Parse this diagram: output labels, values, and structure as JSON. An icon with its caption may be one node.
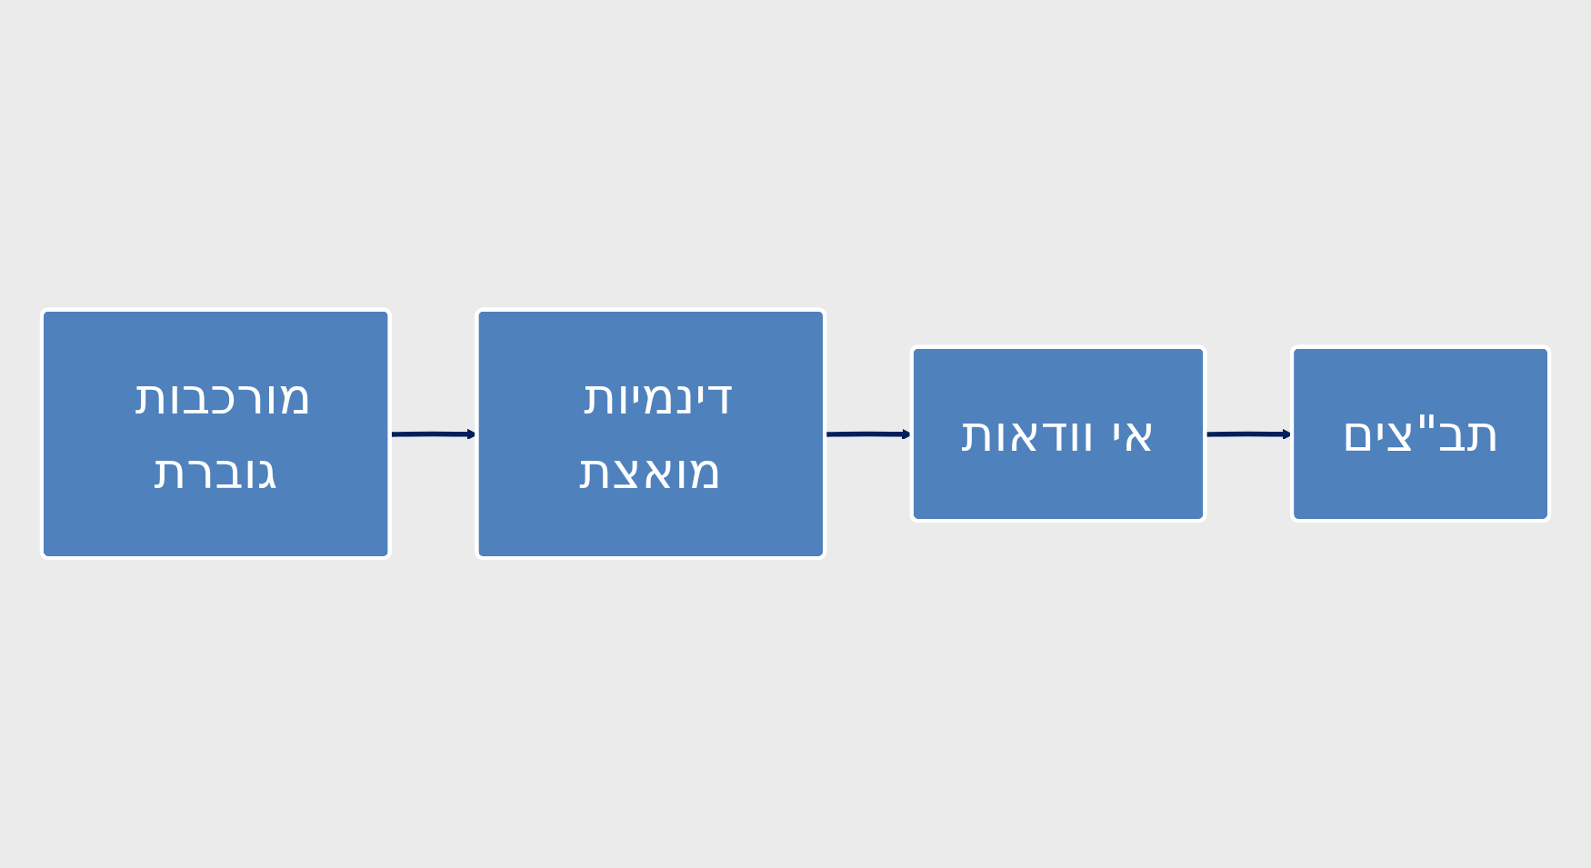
{
  "diagram": {
    "nodes": [
      {
        "text": [
          "מורכבות גוברת"
        ]
      },
      {
        "text": [
          "דינמיות מואצת"
        ]
      },
      {
        "text": [
          "אי וודאות"
        ]
      },
      {
        "text": [
          "תב\"צים"
        ]
      }
    ],
    "edges": [
      {
        "from": 0,
        "to": 1,
        "arrow": "to"
      },
      {
        "from": 1,
        "to": 2,
        "arrow": "to"
      },
      {
        "from": 2,
        "to": 3,
        "arrow": "to"
      }
    ]
  }
}
